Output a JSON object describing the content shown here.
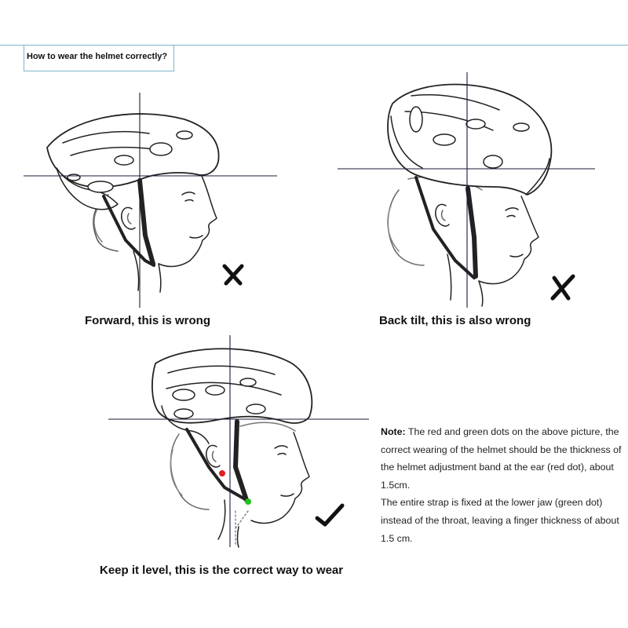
{
  "title": "How to wear the helmet correctly?",
  "captions": {
    "forward": "Forward, this is wrong",
    "back_tilt": "Back tilt, this is also wrong",
    "level": "Keep it level, this is the correct way to wear"
  },
  "note": {
    "label": "Note:",
    "paragraph1": " The red and green dots on the above picture, the correct wearing of the helmet should be the thickness of the helmet adjustment band at the ear (red dot), about 1.5cm.",
    "paragraph2": "The entire strap is fixed at the lower jaw (green dot) instead of the throat, leaving a finger thickness of about 1.5 cm."
  },
  "marks": {
    "wrong": "✗",
    "correct": "✓"
  },
  "colors": {
    "accent_line": "#7fb6c9",
    "guide_line": "#1a1a3a",
    "ear_dot": "#e02020",
    "jaw_dot": "#20c020"
  }
}
